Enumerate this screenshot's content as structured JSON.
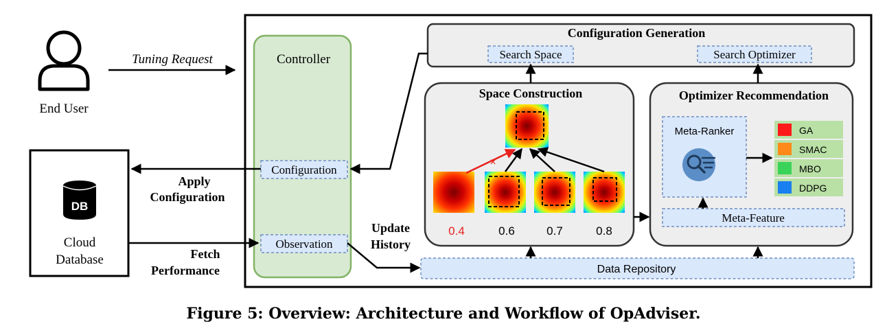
{
  "end_user": {
    "label": "End User"
  },
  "tuning_request": {
    "label": "Tuning Request"
  },
  "controller": {
    "title": "Controller",
    "configuration": "Configuration",
    "observation": "Observation"
  },
  "apply_configuration": {
    "line1": "Apply",
    "line2": "Configuration"
  },
  "fetch_performance": {
    "line1": "Fetch",
    "line2": "Performance"
  },
  "update_history": {
    "line1": "Update",
    "line2": "History"
  },
  "database": {
    "icon_text": "DB",
    "line1": "Cloud",
    "line2": "Database"
  },
  "config_generation": {
    "title": "Configuration Generation",
    "search_space": "Search Space",
    "search_optimizer": "Search Optimizer"
  },
  "space_construction": {
    "title": "Space Construction",
    "scores": [
      {
        "value": "0.4",
        "color": "#e8201c"
      },
      {
        "value": "0.6",
        "color": "#000000"
      },
      {
        "value": "0.7",
        "color": "#000000"
      },
      {
        "value": "0.8",
        "color": "#000000"
      }
    ],
    "rejected_mark": "×"
  },
  "optimizer_recommendation": {
    "title": "Optimizer Recommendation",
    "meta_ranker": "Meta-Ranker",
    "meta_feature": "Meta-Feature",
    "optimizers": [
      {
        "name": "GA",
        "color": "#ff1a1a"
      },
      {
        "name": "SMAC",
        "color": "#ff8a1a"
      },
      {
        "name": "MBO",
        "color": "#3ad35a"
      },
      {
        "name": "DDPG",
        "color": "#1a7ff0"
      }
    ]
  },
  "data_repository": {
    "label": "Data Repository"
  },
  "caption": "Figure 5: Overview: Architecture and Workflow of OpAdviser."
}
